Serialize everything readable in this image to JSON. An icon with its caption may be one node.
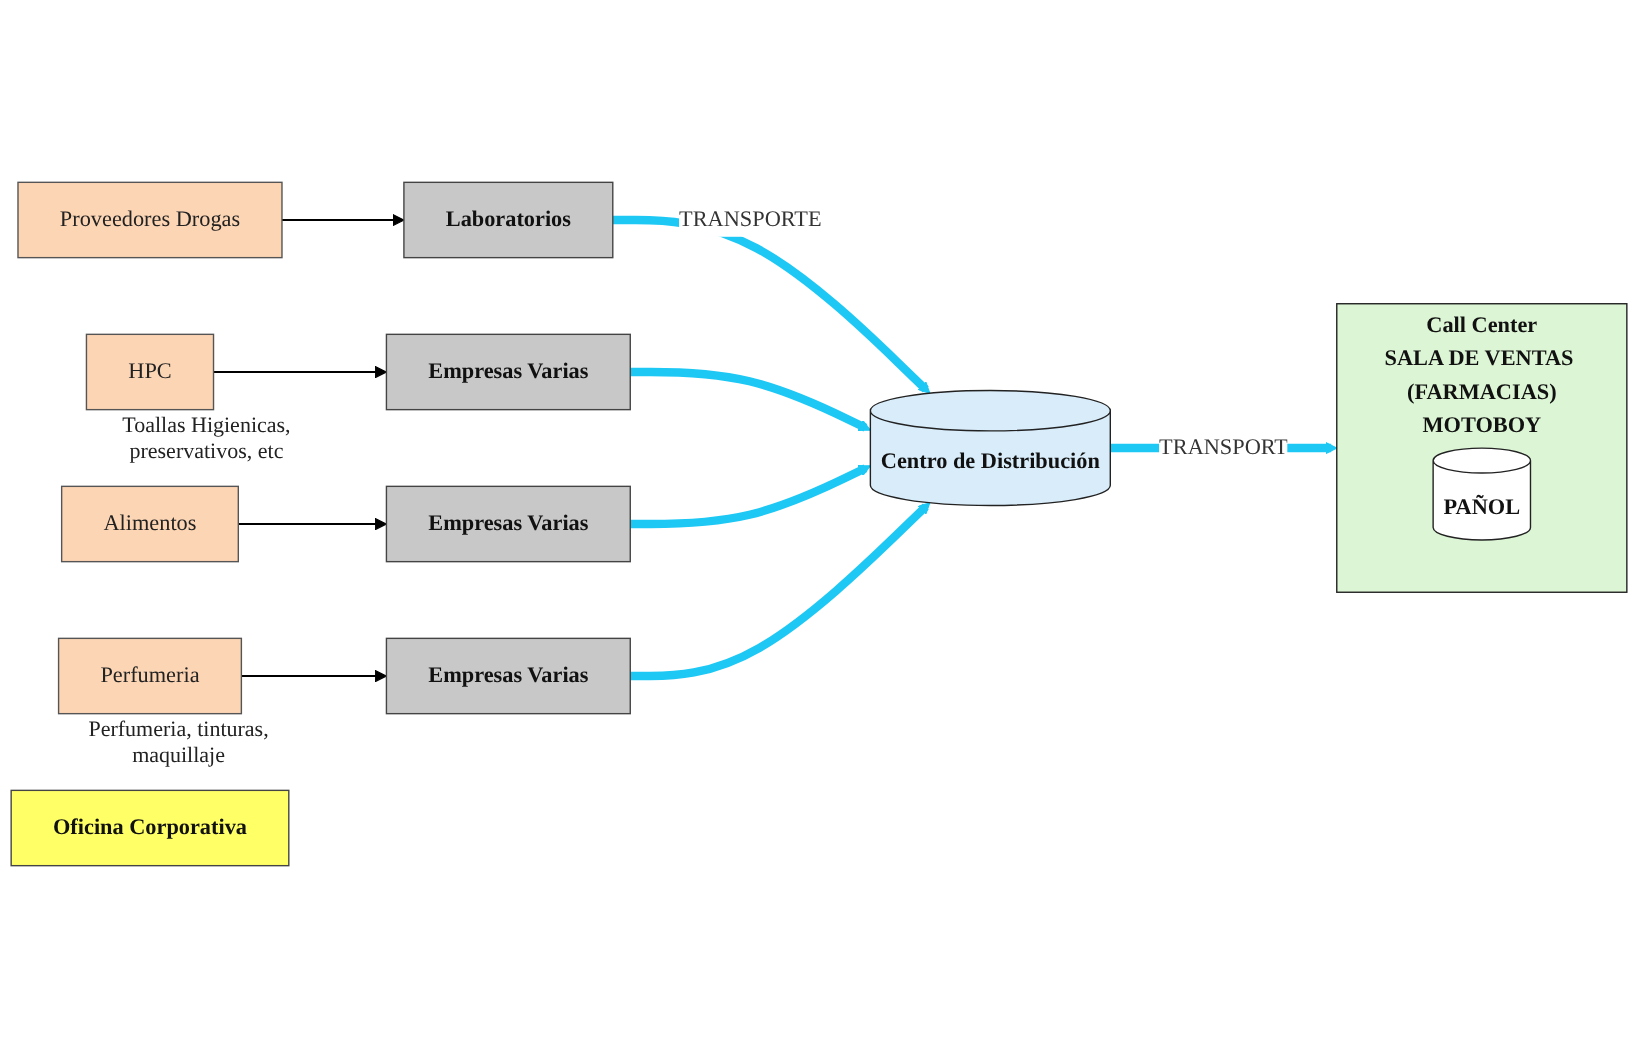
{
  "diagram": {
    "nodes": [
      {
        "text": [
          "Proveedores Drogas"
        ]
      },
      {
        "text": [
          "Laboratorios"
        ]
      },
      {
        "text": [
          "HPC"
        ],
        "beside": [
          "Toallas Higienicas, preservativos, etc"
        ]
      },
      {
        "text": [
          "Empresas Varias"
        ]
      },
      {
        "text": [
          "Alimentos"
        ]
      },
      {
        "text": [
          "Empresas Varias"
        ]
      },
      {
        "text": [
          "Perfumeria"
        ],
        "beside": [
          "Perfumeria, tinturas, maquillaje"
        ]
      },
      {
        "text": [
          "Empresas Varias"
        ]
      },
      {
        "text": [
          "Centro de Distribución"
        ]
      },
      {
        "text": [
          "Call Center",
          "SALA DE VENTAS (FARMACIAS)",
          "MOTOBOY"
        ]
      },
      {
        "text": [
          "PAÑOL"
        ],
        "in": 9
      },
      {
        "text": [
          "Oficina Corporativa"
        ]
      }
    ],
    "edges": [
      {
        "from": 0,
        "to": 1,
        "arrow": "to",
        "color": "#000000"
      },
      {
        "from": 2,
        "to": 3,
        "arrow": "to",
        "color": "#000000"
      },
      {
        "from": 4,
        "to": 5,
        "arrow": "to",
        "color": "#000000"
      },
      {
        "from": 6,
        "to": 7,
        "arrow": "to",
        "color": "#000000"
      },
      {
        "from": 1,
        "to": 8,
        "arrow": "to",
        "label": "TRANSPORTE",
        "color": "#1ec8f5"
      },
      {
        "from": 3,
        "to": 8,
        "arrow": "to",
        "color": "#1ec8f5"
      },
      {
        "from": 5,
        "to": 8,
        "arrow": "to",
        "color": "#1ec8f5"
      },
      {
        "from": 7,
        "to": 8,
        "arrow": "to",
        "color": "#1ec8f5"
      },
      {
        "from": 8,
        "to": 9,
        "arrow": "to",
        "label": "TRANSPORT",
        "color": "#1ec8f5"
      }
    ]
  }
}
